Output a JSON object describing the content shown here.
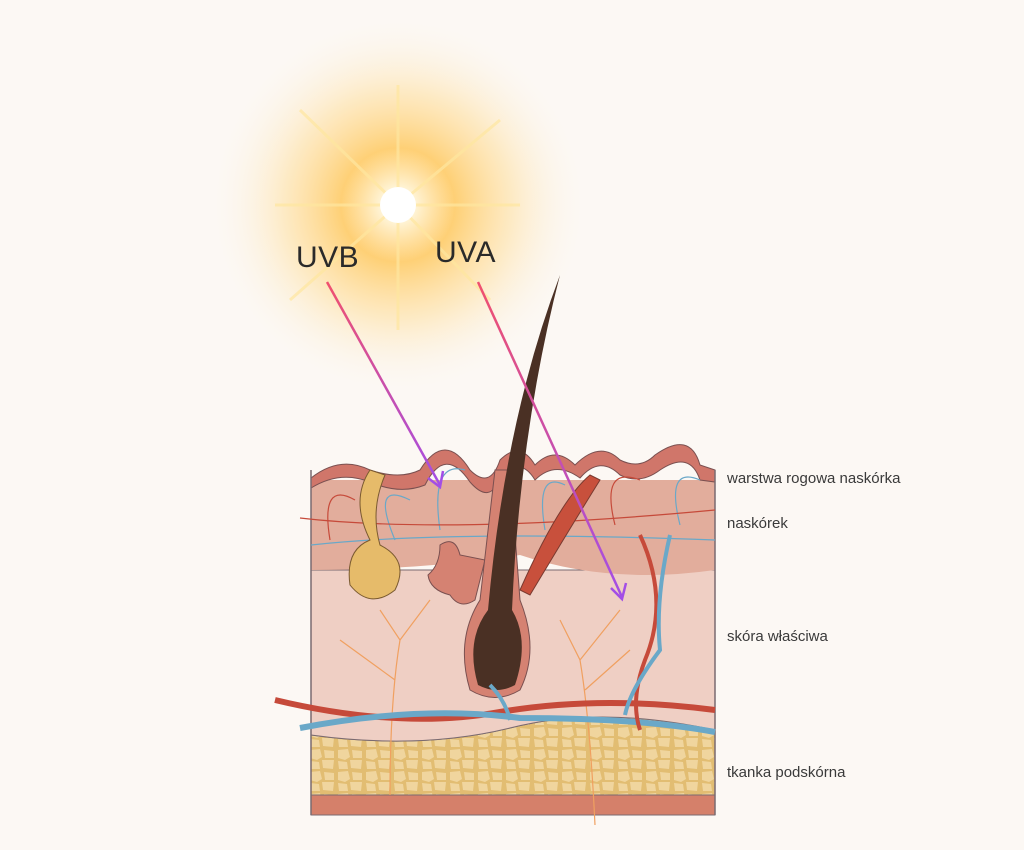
{
  "rays": {
    "uvb": "UVB",
    "uva": "UVA"
  },
  "layers": {
    "stratum_corneum": "warstwa rogowa naskórka",
    "epidermis": "naskórek",
    "dermis": "skóra właściwa",
    "subcutis": "tkanka podskórna"
  },
  "colors": {
    "background": "#fcf8f4",
    "sun": "#ffc84a",
    "arrow_start": "#f0506e",
    "arrow_end": "#a34ee6",
    "corneum": "#d0766a",
    "epidermis": "#e2ad9c",
    "dermis": "#efcfc4",
    "fat": "#eed39a",
    "artery": "#c64a3a",
    "vein": "#6aa8c8",
    "hair": "#4a3024"
  }
}
